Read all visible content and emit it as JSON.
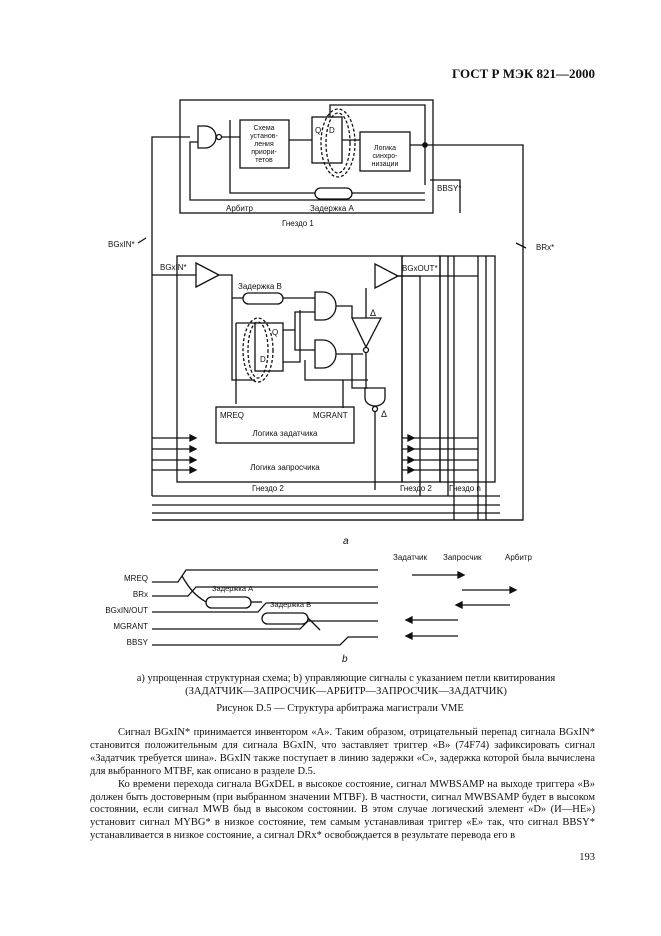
{
  "header": {
    "standard": "ГОСТ Р МЭК 821—2000"
  },
  "figure": {
    "a": {
      "circuit_label": "Схема установления приоритетов",
      "sync_logic_label": "Логика синхронизации",
      "bbsy_label": "BBSY*",
      "arbiter_label": "Арбитр",
      "delay_a_label": "Задержка А",
      "slot1_label": "Гнездо 1",
      "bgxin_outer": "BGxIN*",
      "brx_outer": "BRx*",
      "bgxin_inner": "BGxIN*",
      "bgxout_inner": "BGxOUT*",
      "delay_b_label": "Задержка В",
      "mreq_label": "MREQ",
      "mgrant_label": "MGRANT",
      "master_logic_label": "Логика задатчика",
      "requester_logic_label": "Логика запросчика",
      "slot2_label": "Гнездо 2",
      "slot2b_label": "Гнездо 2",
      "slotn_label": "Гнездо n",
      "q_label": "Q",
      "d_label": "D",
      "delta1": "Δ",
      "delta2": "Δ",
      "panel_letter": "a"
    },
    "b": {
      "signals": [
        "MREQ",
        "BRx",
        "BGxIN/OUT",
        "MGRANT",
        "BBSY"
      ],
      "delay_a": "Задержка А",
      "delay_b": "Задержка В",
      "columns": [
        "Задатчик",
        "Запросчик",
        "Арбитр"
      ],
      "panel_letter": "b"
    },
    "caption_line1": "a) упрощенная структурная схема; b) управляющие сигналы с указанием петли квитирования",
    "caption_line2": "(ЗАДАТЧИК—ЗАПРОСЧИК—АРБИТР—ЗАПРОСЧИК—ЗАДАТЧИК)",
    "title": "Рисунок D.5 — Структура арбитража магистрали VME"
  },
  "body": {
    "paragraphs": [
      "Сигнал BGxIN* принимается инвентором «А». Таким образом, отрицательный перепад сигнала BGxIN* становится положительным для сигнала BGxIN, что заставляет триггер «В» (74F74) зафиксировать сигнал «Задатчик требуется шина». BGxIN также поступает в линию задержки «С», задержка которой была вычислена для выбранного MTBF, как описано в разделе D.5.",
      "Ко времени перехода сигнала BGxDEL в высокое состояние, сигнал MWBSAMP на выходе триггера «В» должен быть достоверным (при выбранном значении MTBF). В частности, сигнал MWBSAMP будет в высоком состоянии, если сигнал MWB быд в высоком состоянии. В этом случае логический элемент «D» (И—НЕ») установит сигнал MYBG* в низкое состояние, тем самым устанавливая триггер «Е» так, что сигнал BBSY* устанавливается в низкое состояние, а сигнал DRx* освобождается в результате перевода его в"
    ]
  },
  "page_number": "193"
}
